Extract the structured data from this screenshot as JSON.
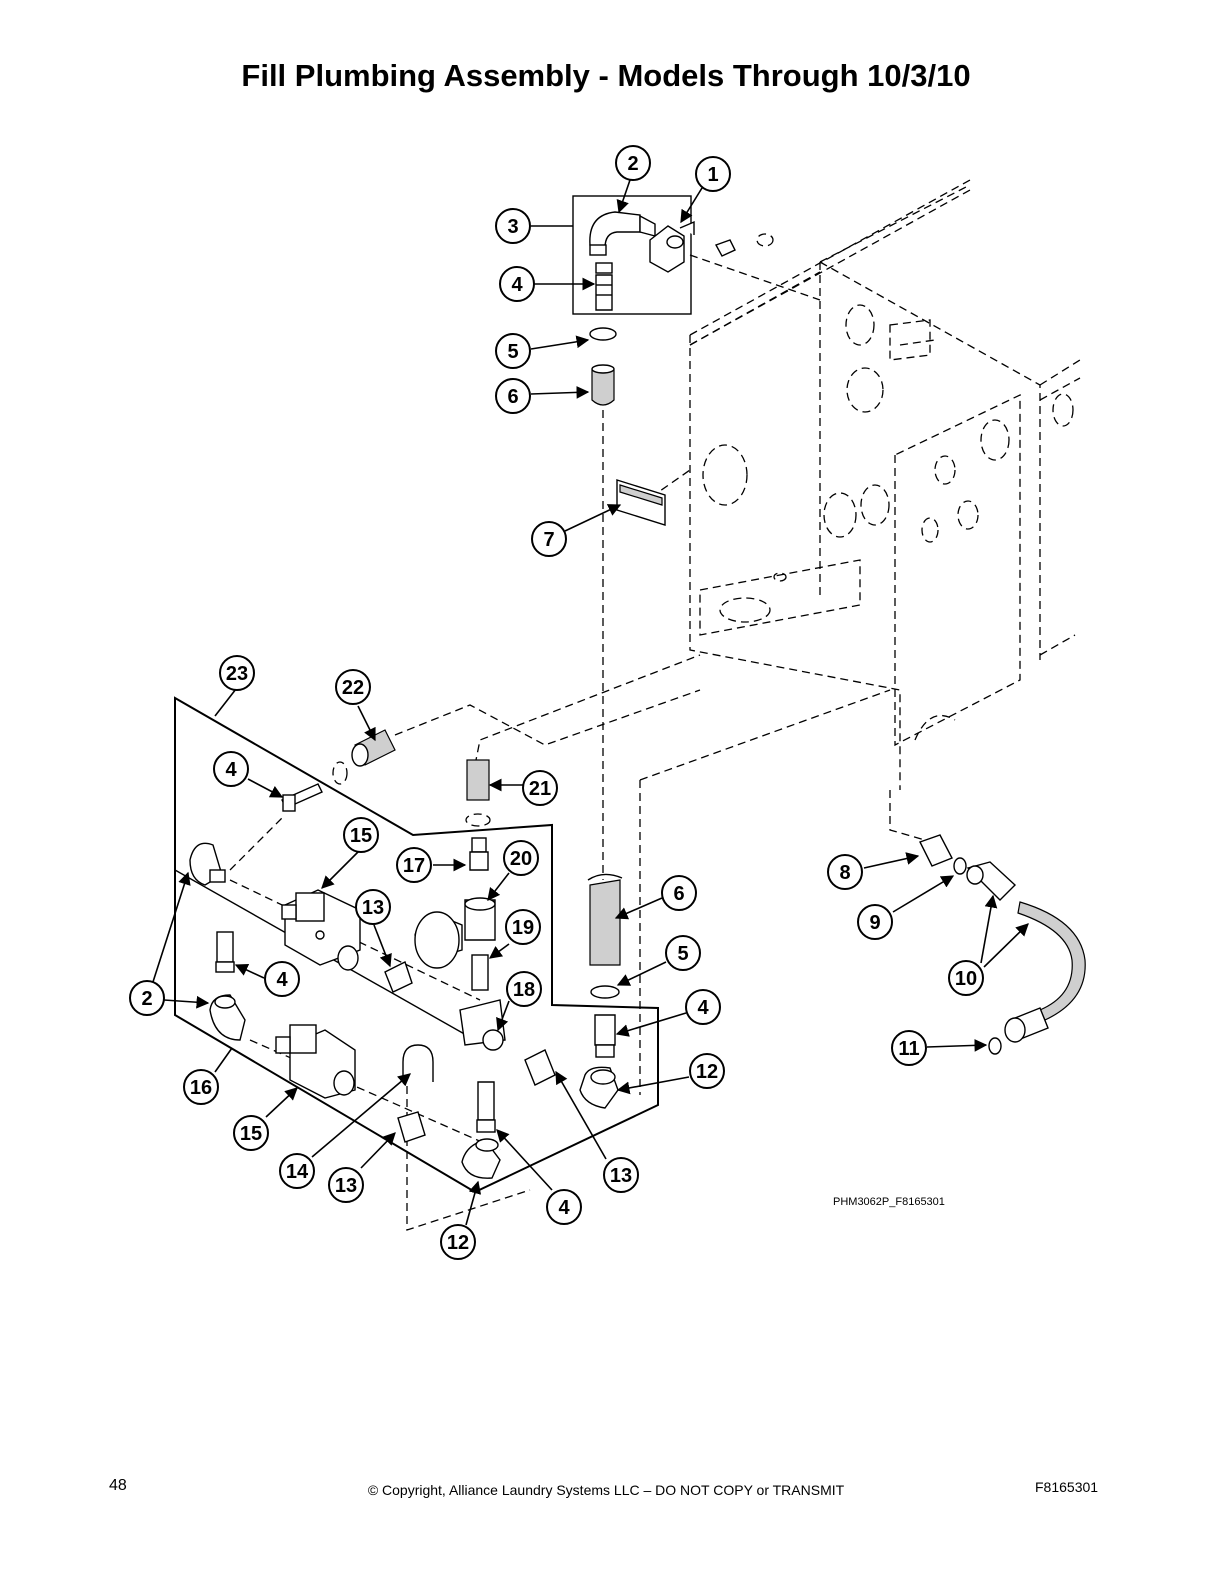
{
  "page": {
    "title": "Fill Plumbing Assembly - Models Through 10/3/10",
    "reference_code": "PHM3062P_F8165301",
    "page_number": "48",
    "copyright": "© Copyright, Alliance Laundry Systems LLC – DO NOT COPY or TRANSMIT",
    "doc_number": "F8165301"
  },
  "callouts": [
    "1",
    "2",
    "3",
    "4",
    "5",
    "6",
    "7",
    "8",
    "9",
    "10",
    "11",
    "12",
    "13",
    "14",
    "15",
    "16",
    "17",
    "18",
    "19",
    "20",
    "21",
    "22",
    "23"
  ]
}
